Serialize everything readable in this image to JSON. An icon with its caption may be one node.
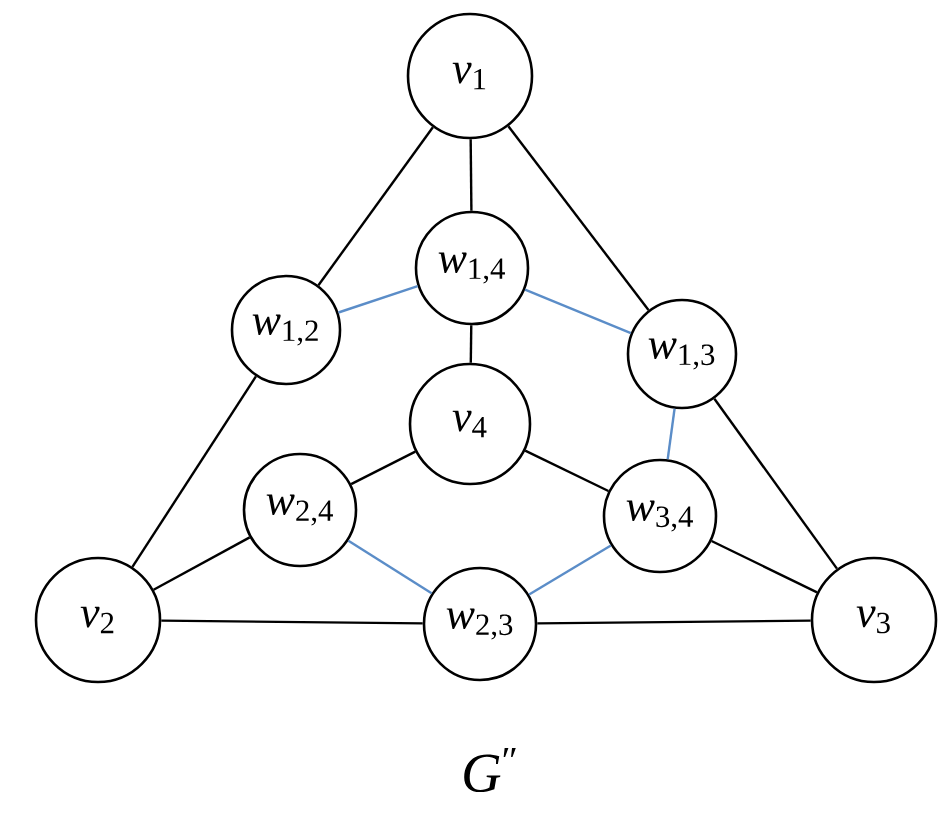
{
  "diagram": {
    "caption": "*G*$^{″}$",
    "nodes": [
      {
        "text": [
          "*v*$_{1}$"
        ]
      },
      {
        "text": [
          "*w*$_{1,4}$"
        ]
      },
      {
        "text": [
          "*w*$_{1,2}$"
        ]
      },
      {
        "text": [
          "*w*$_{1,3}$"
        ]
      },
      {
        "text": [
          "*v*$_{4}$"
        ]
      },
      {
        "text": [
          "*w*$_{2,4}$"
        ]
      },
      {
        "text": [
          "*w*$_{3,4}$"
        ]
      },
      {
        "text": [
          "*v*$_{2}$"
        ]
      },
      {
        "text": [
          "*w*$_{2,3}$"
        ]
      },
      {
        "text": [
          "*v*$_{3}$"
        ]
      }
    ],
    "edges": [
      {
        "from": 0,
        "to": 1,
        "arrow": "none"
      },
      {
        "from": 0,
        "to": 2,
        "arrow": "none"
      },
      {
        "from": 0,
        "to": 3,
        "arrow": "none"
      },
      {
        "from": 2,
        "to": 1,
        "arrow": "none",
        "color": "#5b8dc8"
      },
      {
        "from": 1,
        "to": 3,
        "arrow": "none",
        "color": "#5b8dc8"
      },
      {
        "from": 1,
        "to": 4,
        "arrow": "none"
      },
      {
        "from": 2,
        "to": 7,
        "arrow": "none"
      },
      {
        "from": 3,
        "to": 9,
        "arrow": "none"
      },
      {
        "from": 3,
        "to": 6,
        "arrow": "none",
        "color": "#5b8dc8"
      },
      {
        "from": 4,
        "to": 5,
        "arrow": "none"
      },
      {
        "from": 4,
        "to": 6,
        "arrow": "none"
      },
      {
        "from": 5,
        "to": 7,
        "arrow": "none"
      },
      {
        "from": 5,
        "to": 8,
        "arrow": "none",
        "color": "#5b8dc8"
      },
      {
        "from": 6,
        "to": 8,
        "arrow": "none",
        "color": "#5b8dc8"
      },
      {
        "from": 6,
        "to": 9,
        "arrow": "none"
      },
      {
        "from": 7,
        "to": 8,
        "arrow": "none"
      },
      {
        "from": 8,
        "to": 9,
        "arrow": "none"
      }
    ]
  }
}
